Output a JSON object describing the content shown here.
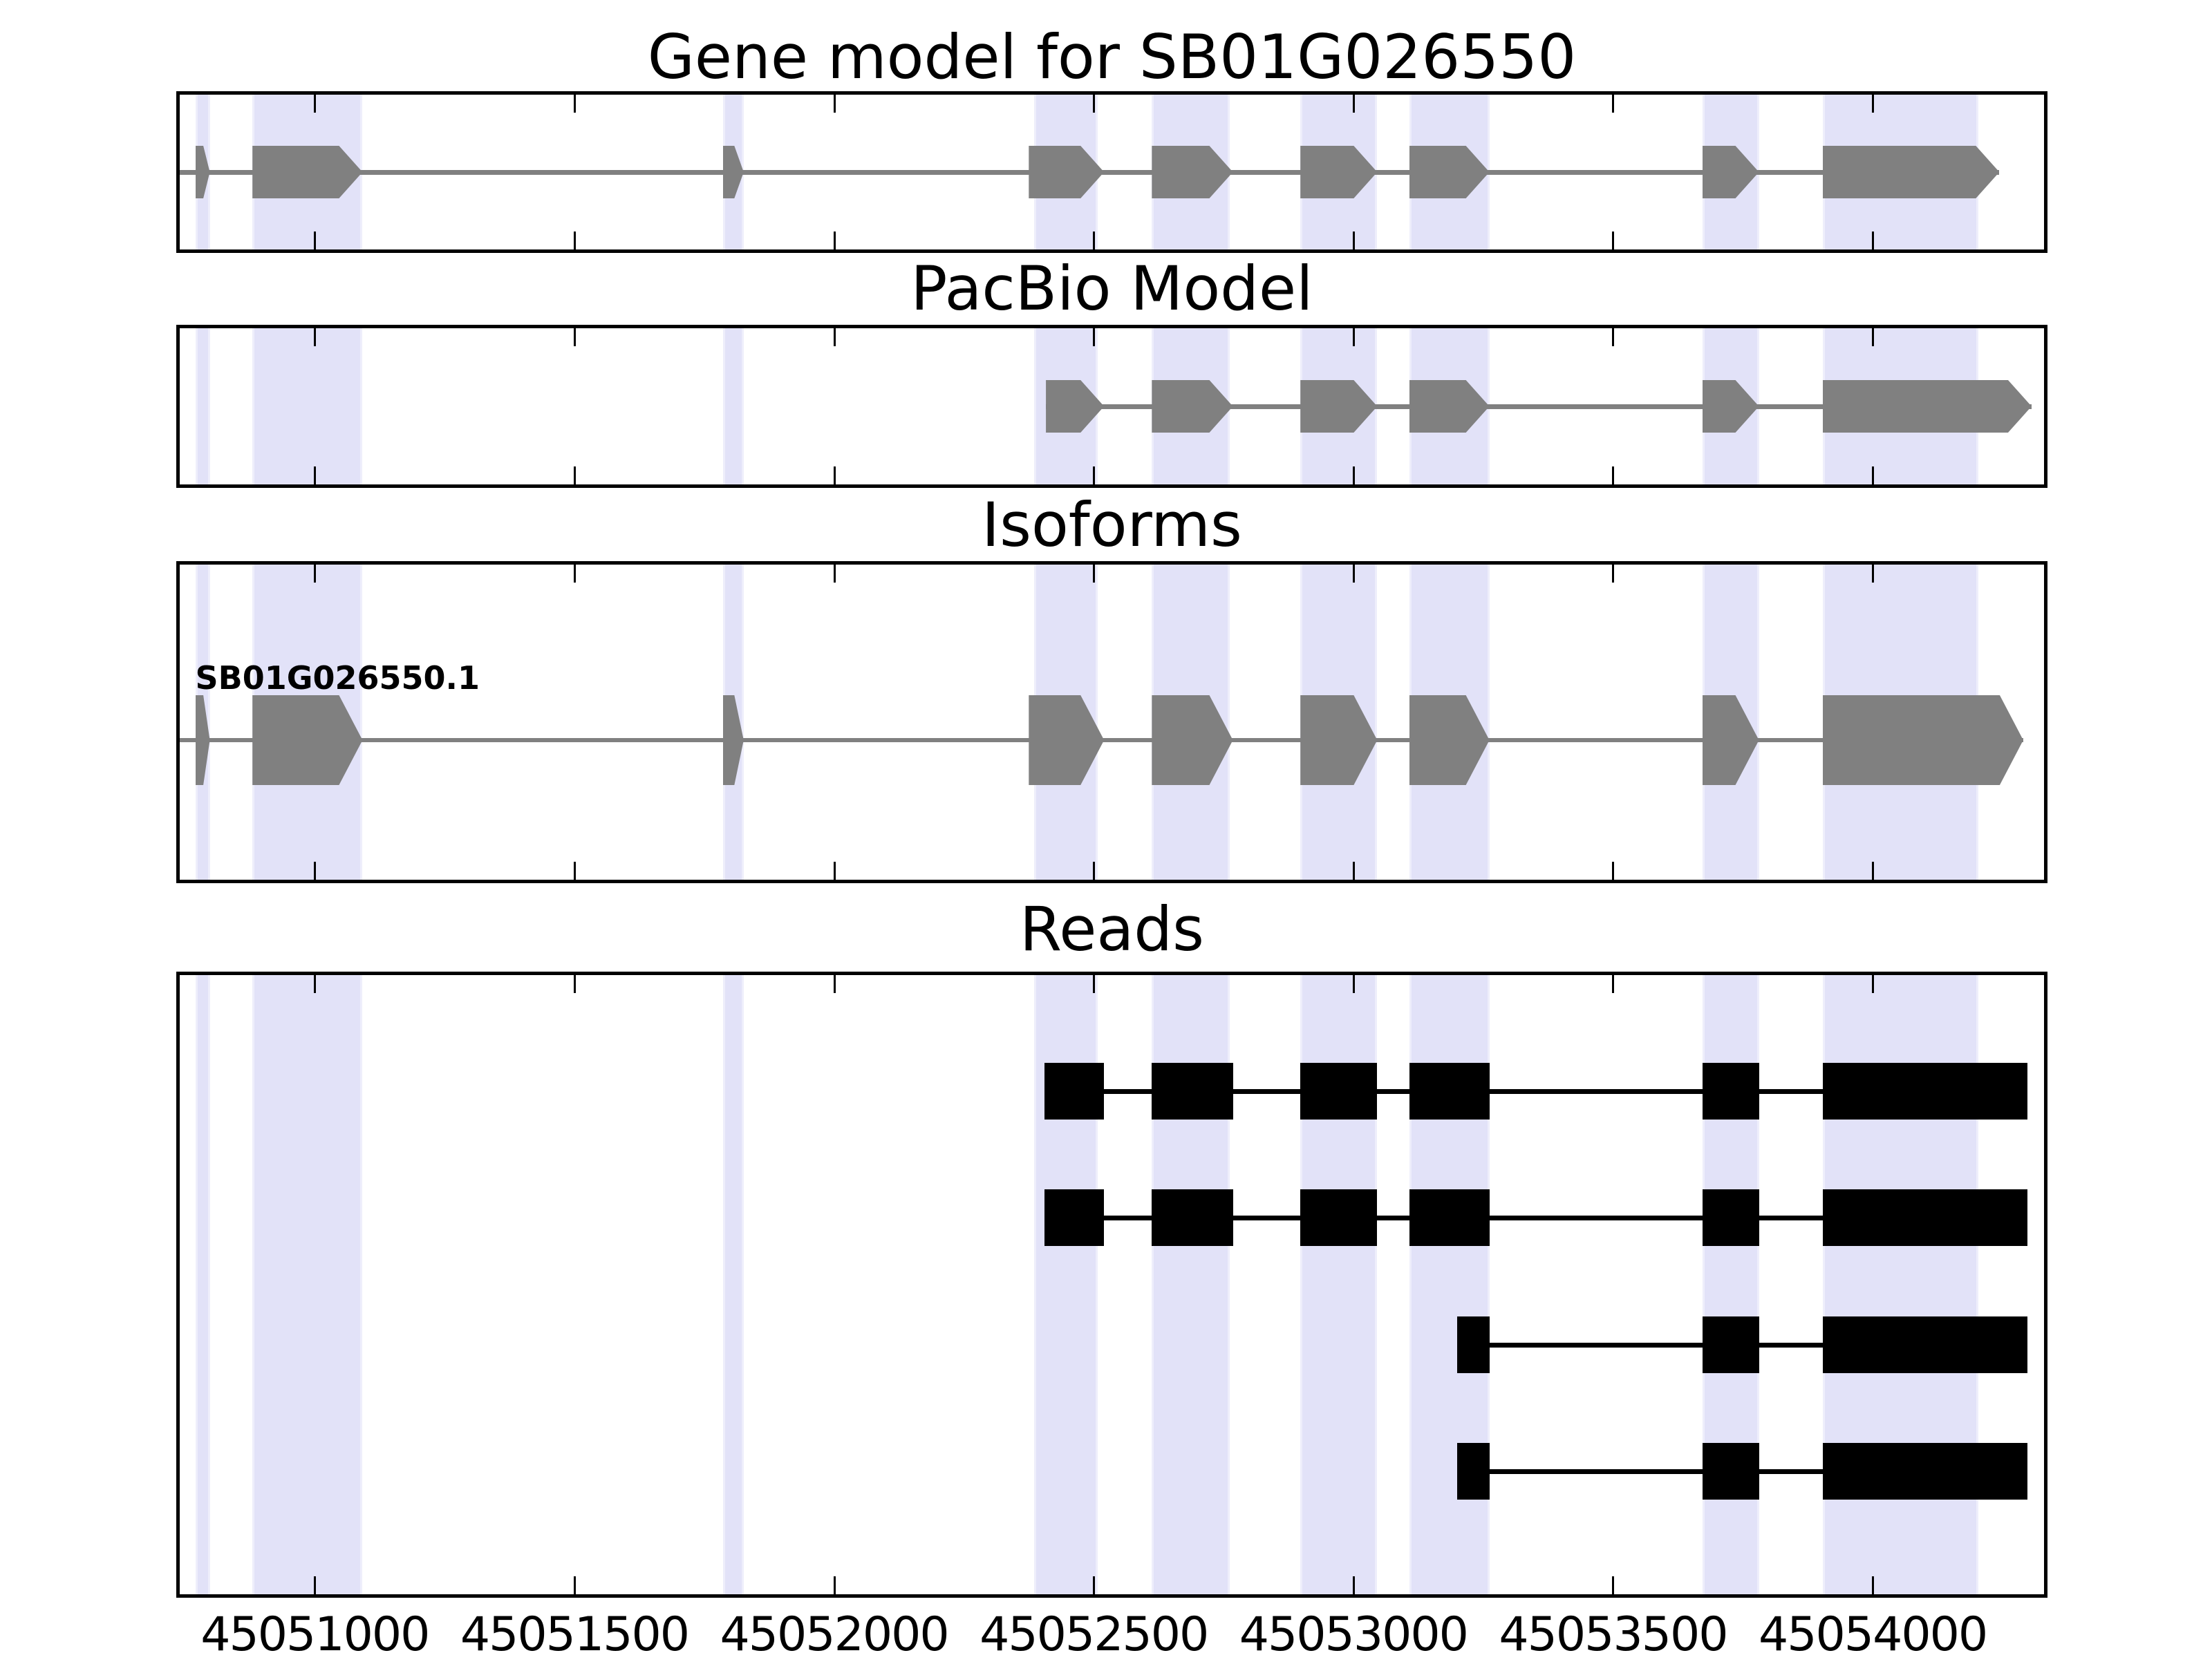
{
  "chart_data": {
    "type": "bar",
    "subtype": "genomic-interval-tracks",
    "title": "Gene model for SB01G026550",
    "legend": "none",
    "grid": "off",
    "axis": {
      "xmin": 45050740,
      "xmax": 45054330,
      "ticks": [
        45051000,
        45051500,
        45052000,
        45052500,
        45053000,
        45053500,
        45054000
      ],
      "tick_labels": [
        "45051000",
        "45051500",
        "45052000",
        "45052500",
        "45053000",
        "45053500",
        "45054000"
      ]
    },
    "colors": {
      "model_feature": "#808080",
      "read_feature": "#000000",
      "highlight_band": "#e2e2f8",
      "highlight_band_edge": "#eeeefb",
      "panel_border": "#000000",
      "text": "#000000"
    },
    "highlight_bands": [
      {
        "start": 45050770,
        "end": 45050798
      },
      {
        "start": 45050880,
        "end": 45051092
      },
      {
        "start": 45051786,
        "end": 45051826
      },
      {
        "start": 45052385,
        "end": 45052508
      },
      {
        "start": 45052612,
        "end": 45052762
      },
      {
        "start": 45052898,
        "end": 45053046
      },
      {
        "start": 45053108,
        "end": 45053262
      },
      {
        "start": 45053672,
        "end": 45053781
      },
      {
        "start": 45053904,
        "end": 45054204
      }
    ],
    "panels": [
      {
        "key": "gene-model",
        "title": "Gene model for SB01G026550",
        "style": "model",
        "transcripts": [
          {
            "label": "",
            "lead_line_from_axis_start": true,
            "exons": [
              [
                45050770,
                45050798
              ],
              [
                45050880,
                45051092
              ],
              [
                45051786,
                45051826
              ],
              [
                45052375,
                45052520
              ],
              [
                45052612,
                45052768
              ],
              [
                45052898,
                45053046
              ],
              [
                45053108,
                45053262
              ],
              [
                45053672,
                45053781
              ],
              [
                45053904,
                45054244
              ]
            ]
          }
        ]
      },
      {
        "key": "pacbio-model",
        "title": "PacBio Model",
        "style": "model",
        "transcripts": [
          {
            "label": "",
            "lead_line_from_axis_start": false,
            "exons": [
              [
                45052408,
                45052520
              ],
              [
                45052612,
                45052768
              ],
              [
                45052898,
                45053046
              ],
              [
                45053108,
                45053262
              ],
              [
                45053672,
                45053781
              ],
              [
                45053904,
                45054306
              ]
            ]
          }
        ]
      },
      {
        "key": "isoforms",
        "title": "Isoforms",
        "style": "model",
        "transcripts": [
          {
            "label": "SB01G026550.1",
            "lead_line_from_axis_start": true,
            "exons": [
              [
                45050770,
                45050798
              ],
              [
                45050880,
                45051092
              ],
              [
                45051786,
                45051826
              ],
              [
                45052375,
                45052520
              ],
              [
                45052612,
                45052768
              ],
              [
                45052898,
                45053046
              ],
              [
                45053108,
                45053262
              ],
              [
                45053672,
                45053781
              ],
              [
                45053904,
                45054290
              ]
            ]
          }
        ]
      },
      {
        "key": "reads",
        "title": "Reads",
        "style": "reads",
        "reads": [
          {
            "blocks": [
              [
                45052405,
                45052520
              ],
              [
                45052612,
                45052768
              ],
              [
                45052898,
                45053046
              ],
              [
                45053108,
                45053262
              ],
              [
                45053672,
                45053781
              ],
              [
                45053904,
                45054298
              ]
            ]
          },
          {
            "blocks": [
              [
                45052405,
                45052520
              ],
              [
                45052612,
                45052768
              ],
              [
                45052898,
                45053046
              ],
              [
                45053108,
                45053262
              ],
              [
                45053672,
                45053781
              ],
              [
                45053904,
                45054298
              ]
            ]
          },
          {
            "blocks": [
              [
                45053200,
                45053262
              ],
              [
                45053672,
                45053781
              ],
              [
                45053904,
                45054298
              ]
            ]
          },
          {
            "blocks": [
              [
                45053200,
                45053262
              ],
              [
                45053672,
                45053781
              ],
              [
                45053904,
                45054298
              ]
            ]
          }
        ]
      }
    ]
  }
}
